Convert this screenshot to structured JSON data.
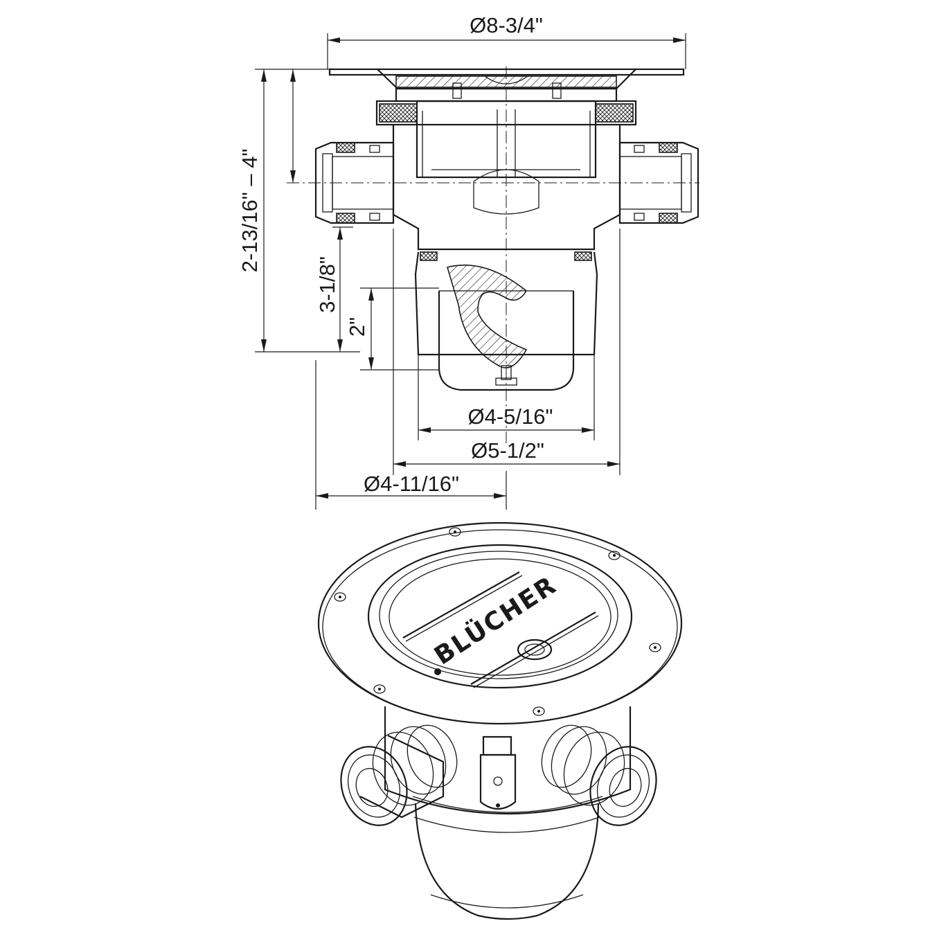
{
  "dimensions": {
    "flange_diameter": "Ø8-3/4\"",
    "height_range": "2-13/16\" – 4\"",
    "outlet_height": "3-1/8\"",
    "trap_depth": "2\"",
    "outlet_diameter": "Ø4-5/16\"",
    "body_diameter": "Ø5-1/2\"",
    "center_to_edge": "Ø4-11/16\""
  },
  "brand": "BLÜCHER"
}
